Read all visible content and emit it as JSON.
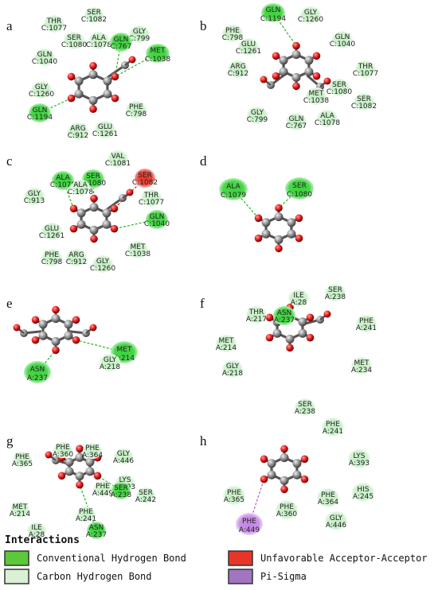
{
  "colors": {
    "conventional": "#3fd13f",
    "carbon": "#c7efc7",
    "unfavorable": "#e8352a",
    "pisigma": "#c283e3",
    "atom_c": "#8c8c8c",
    "atom_o": "#e02020"
  },
  "legend": {
    "title": "Interactions",
    "items": [
      {
        "label": "Conventional Hydrogen Bond",
        "color": "#5cc83a"
      },
      {
        "label": "Carbon Hydrogen Bond",
        "color": "#d9f0d4"
      },
      {
        "label": "Unfavorable Acceptor-Acceptor",
        "color": "#e8352a"
      },
      {
        "label": "Pi-Sigma",
        "color": "#a275c0"
      }
    ]
  },
  "panels": [
    {
      "letter": "a",
      "residues": [
        {
          "name": "SER",
          "id": "C:1082",
          "type": "carbon"
        },
        {
          "name": "THR",
          "id": "C:1077",
          "type": "carbon"
        },
        {
          "name": "GLY",
          "id": "C:799",
          "type": "carbon"
        },
        {
          "name": "SER",
          "id": "C:1080",
          "type": "carbon"
        },
        {
          "name": "ALA",
          "id": "C:1078",
          "type": "carbon"
        },
        {
          "name": "GLN",
          "id": "C:767",
          "type": "conventional"
        },
        {
          "name": "MET",
          "id": "C:1038",
          "type": "conventional"
        },
        {
          "name": "GLN",
          "id": "C:1040",
          "type": "carbon"
        },
        {
          "name": "GLY",
          "id": "C:1260",
          "type": "carbon"
        },
        {
          "name": "PHE",
          "id": "C:798",
          "type": "carbon"
        },
        {
          "name": "GLN",
          "id": "C:1194",
          "type": "conventional"
        },
        {
          "name": "ARG",
          "id": "C:912",
          "type": "carbon"
        },
        {
          "name": "GLU",
          "id": "C:1261",
          "type": "carbon"
        }
      ]
    },
    {
      "letter": "b",
      "residues": [
        {
          "name": "GLN",
          "id": "C:1194",
          "type": "conventional"
        },
        {
          "name": "GLY",
          "id": "C:1260",
          "type": "carbon"
        },
        {
          "name": "PHE",
          "id": "C:798",
          "type": "carbon"
        },
        {
          "name": "GLU",
          "id": "C:1261",
          "type": "carbon"
        },
        {
          "name": "GLN",
          "id": "C:1040",
          "type": "carbon"
        },
        {
          "name": "ARG",
          "id": "C:912",
          "type": "carbon"
        },
        {
          "name": "THR",
          "id": "C:1077",
          "type": "carbon"
        },
        {
          "name": "SER",
          "id": "C:1080",
          "type": "carbon"
        },
        {
          "name": "MET",
          "id": "C:1038",
          "type": "carbon"
        },
        {
          "name": "SER",
          "id": "C:1082",
          "type": "carbon"
        },
        {
          "name": "GLY",
          "id": "C:799",
          "type": "carbon"
        },
        {
          "name": "GLN",
          "id": "C:767",
          "type": "carbon"
        },
        {
          "name": "ALA",
          "id": "C:1078",
          "type": "carbon"
        }
      ]
    },
    {
      "letter": "c",
      "residues": [
        {
          "name": "VAL",
          "id": "C:1081",
          "type": "carbon"
        },
        {
          "name": "ALA",
          "id": "C:1079",
          "type": "conventional"
        },
        {
          "name": "SER",
          "id": "C:1080",
          "type": "conventional"
        },
        {
          "name": "ALA",
          "id": "C:1078",
          "type": "carbon"
        },
        {
          "name": "SER",
          "id": "C:1082",
          "type": "unfavorable"
        },
        {
          "name": "GLY",
          "id": "C:913",
          "type": "carbon"
        },
        {
          "name": "THR",
          "id": "C:1077",
          "type": "carbon"
        },
        {
          "name": "GLN",
          "id": "C:1040",
          "type": "conventional"
        },
        {
          "name": "GLU",
          "id": "C:1261",
          "type": "carbon"
        },
        {
          "name": "MET",
          "id": "C:1038",
          "type": "carbon"
        },
        {
          "name": "PHE",
          "id": "C:798",
          "type": "carbon"
        },
        {
          "name": "ARG",
          "id": "C:912",
          "type": "carbon"
        },
        {
          "name": "GLY",
          "id": "C:1260",
          "type": "carbon"
        }
      ]
    },
    {
      "letter": "d",
      "residues": [
        {
          "name": "ALA",
          "id": "C:1079",
          "type": "conventional"
        },
        {
          "name": "SER",
          "id": "C:1080",
          "type": "conventional"
        }
      ]
    },
    {
      "letter": "e",
      "residues": [
        {
          "name": "MET",
          "id": "A:214",
          "type": "conventional"
        },
        {
          "name": "ASN",
          "id": "A:237",
          "type": "conventional"
        },
        {
          "name": "GLY",
          "id": "A:218",
          "type": "carbon"
        }
      ]
    },
    {
      "letter": "f",
      "residues": [
        {
          "name": "SER",
          "id": "A:238",
          "type": "carbon"
        },
        {
          "name": "ILE",
          "id": "A:28",
          "type": "carbon"
        },
        {
          "name": "THR",
          "id": "A:217",
          "type": "carbon"
        },
        {
          "name": "ASN",
          "id": "A:237",
          "type": "conventional"
        },
        {
          "name": "PHE",
          "id": "A:241",
          "type": "carbon"
        },
        {
          "name": "MET",
          "id": "A:214",
          "type": "carbon"
        },
        {
          "name": "GLY",
          "id": "A:218",
          "type": "carbon"
        },
        {
          "name": "MET",
          "id": "A:234",
          "type": "carbon"
        }
      ]
    },
    {
      "letter": "g",
      "residues": [
        {
          "name": "PHE",
          "id": "A:365",
          "type": "carbon"
        },
        {
          "name": "PHE",
          "id": "A:360",
          "type": "carbon"
        },
        {
          "name": "PHE",
          "id": "A:364",
          "type": "carbon"
        },
        {
          "name": "GLY",
          "id": "A:446",
          "type": "carbon"
        },
        {
          "name": "LYS",
          "id": "A:393",
          "type": "carbon"
        },
        {
          "name": "PHE",
          "id": "A:449",
          "type": "carbon"
        },
        {
          "name": "MET",
          "id": "A:214",
          "type": "carbon"
        },
        {
          "name": "PHE",
          "id": "A:241",
          "type": "carbon"
        },
        {
          "name": "SER",
          "id": "A:238",
          "type": "conventional"
        },
        {
          "name": "SER",
          "id": "A:242",
          "type": "carbon"
        },
        {
          "name": "ILE",
          "id": "A:28",
          "type": "carbon"
        },
        {
          "name": "ASN",
          "id": "A:237",
          "type": "conventional"
        }
      ]
    },
    {
      "letter": "h",
      "residues": [
        {
          "name": "SER",
          "id": "A:238",
          "type": "carbon"
        },
        {
          "name": "PHE",
          "id": "A:241",
          "type": "carbon"
        },
        {
          "name": "LYS",
          "id": "A:393",
          "type": "carbon"
        },
        {
          "name": "PHE",
          "id": "A:365",
          "type": "carbon"
        },
        {
          "name": "PHE",
          "id": "A:364",
          "type": "carbon"
        },
        {
          "name": "HIS",
          "id": "A:245",
          "type": "carbon"
        },
        {
          "name": "PHE",
          "id": "A:360",
          "type": "carbon"
        },
        {
          "name": "PHE",
          "id": "A:449",
          "type": "pisigma"
        },
        {
          "name": "GLY",
          "id": "A:446",
          "type": "carbon"
        }
      ]
    }
  ]
}
